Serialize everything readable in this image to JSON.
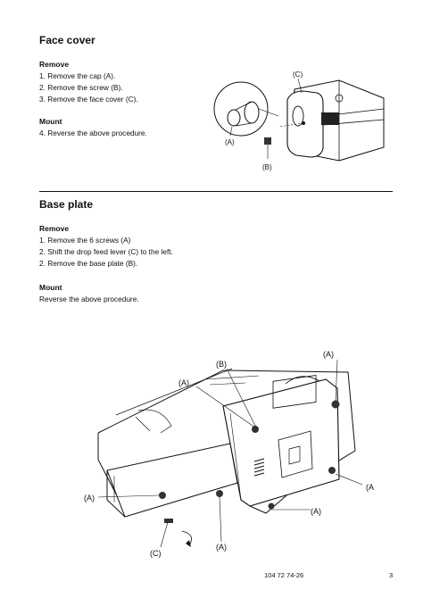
{
  "face_cover": {
    "title": "Face cover",
    "remove_heading": "Remove",
    "remove_steps": [
      "1. Remove the cap (A).",
      "2. Remove the screw (B).",
      "3. Remove the face cover (C)."
    ],
    "mount_heading": "Mount",
    "mount_steps": [
      "4. Reverse the above procedure."
    ],
    "figure_labels": {
      "a": "(A)",
      "b": "(B)",
      "c": "(C)"
    }
  },
  "base_plate": {
    "title": "Base plate",
    "remove_heading": "Remove",
    "remove_steps": [
      "1. Remove the 6 screws (A)",
      "2. Shift the drop feed lever (C) to the left.",
      "2. Remove the base plate (B)."
    ],
    "mount_heading": "Mount",
    "mount_text": "Reverse the above procedure.",
    "figure_labels": {
      "a1": "(A)",
      "a2": "(A)",
      "a3": "(A",
      "a4": "(A)",
      "a5": "(A)",
      "a6": "(A)",
      "b": "(B)",
      "c": "(C)"
    }
  },
  "footer": {
    "part_number": "104 72 74-26",
    "page_number": "3"
  }
}
